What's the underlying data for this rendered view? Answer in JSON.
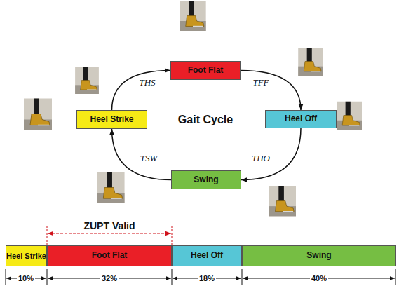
{
  "diagram": {
    "nodes": [
      {
        "text": [
          "Foot Flat"
        ]
      },
      {
        "text": [
          "Heel Off"
        ]
      },
      {
        "text": [
          "Swing"
        ]
      },
      {
        "text": [
          "Heel Strike"
        ]
      },
      {
        "text": [
          "Heel Strike"
        ]
      },
      {
        "text": [
          "Foot Flat"
        ]
      },
      {
        "text": [
          "Heel Off"
        ]
      },
      {
        "text": [
          "Swing"
        ]
      }
    ],
    "edges": [
      {
        "from": 3,
        "to": 0,
        "arrow": "to",
        "label": "THS"
      },
      {
        "from": 0,
        "to": 1,
        "arrow": "to",
        "label": "TFF"
      },
      {
        "from": 1,
        "to": 2,
        "arrow": "to",
        "label": "THO"
      },
      {
        "from": 2,
        "to": 3,
        "arrow": "to",
        "label": "TSW"
      }
    ],
    "labels": [
      "Gait Cycle",
      "ZUPT Valid",
      "10%",
      "32%",
      "18%",
      "40%"
    ]
  }
}
